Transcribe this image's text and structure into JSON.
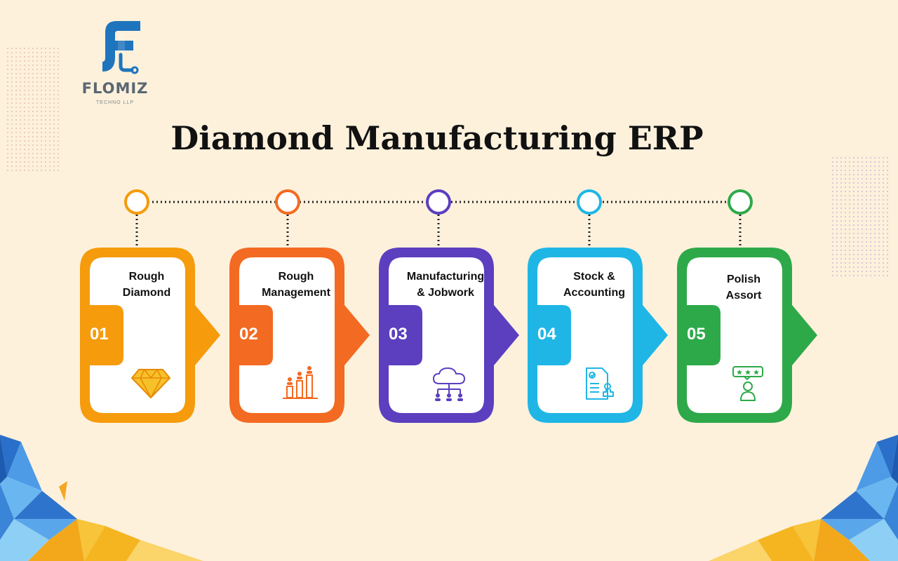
{
  "brand": {
    "name": "FLOMIZ",
    "tagline": "TECHNO LLP",
    "color": "#1f75bd"
  },
  "title": "Diamond Manufacturing ERP",
  "steps": [
    {
      "number": "01",
      "label_line1": "Rough",
      "label_line2": "Diamond",
      "color": "#f59b0c",
      "icon": "diamond-icon"
    },
    {
      "number": "02",
      "label_line1": "Rough",
      "label_line2": "Management",
      "color": "#f36a22",
      "icon": "bar-chart-people-icon"
    },
    {
      "number": "03",
      "label_line1": "Manufacturing",
      "label_line2": "& Jobwork",
      "color": "#5b3fbf",
      "icon": "cloud-network-icon"
    },
    {
      "number": "04",
      "label_line1": "Stock &",
      "label_line2": "Accounting",
      "color": "#1fb6e6",
      "icon": "document-stamp-icon"
    },
    {
      "number": "05",
      "label_line1": "Polish",
      "label_line2": "Assort",
      "color": "#2ea949",
      "icon": "rating-user-icon"
    }
  ]
}
